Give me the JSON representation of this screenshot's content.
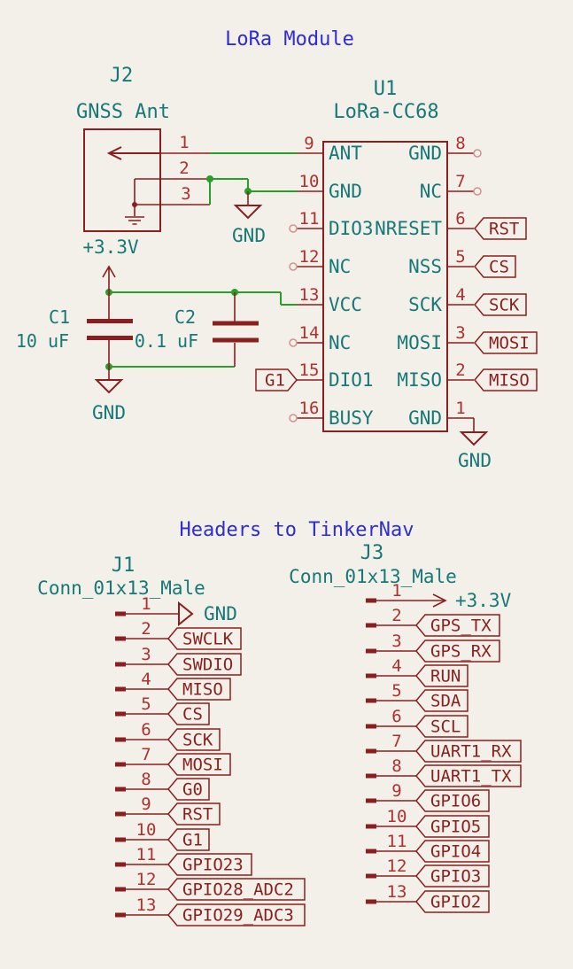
{
  "colors": {
    "background": "#F2F0E8",
    "symbol_outline": "#8A1F1F",
    "pin_number": "#B03030",
    "wire_green": "#28A028",
    "name_teal": "#177878",
    "note_blue": "#2D2DD2",
    "unconnected_pin": "#D49090"
  },
  "notes": {
    "top_title": "LoRa Module",
    "bottom_title": "Headers to TinkerNav"
  },
  "power": {
    "rail": "+3.3V",
    "rail_gnd": "GND"
  },
  "j2": {
    "reference": "J2",
    "value": "GNSS Ant",
    "pin_numbers": [
      "1",
      "2",
      "3"
    ],
    "gnd_net": "GND"
  },
  "c1": {
    "reference": "C1",
    "value": "10 uF"
  },
  "c2": {
    "reference": "C2",
    "value": "0.1 uF"
  },
  "u1": {
    "reference": "U1",
    "value": "LoRa-CC68",
    "gnd_net": "GND",
    "left_pins": [
      {
        "number": "9",
        "name": "ANT"
      },
      {
        "number": "10",
        "name": "GND"
      },
      {
        "number": "11",
        "name": "DIO3",
        "unconnected": true
      },
      {
        "number": "12",
        "name": "NC",
        "unconnected": true
      },
      {
        "number": "13",
        "name": "VCC"
      },
      {
        "number": "14",
        "name": "NC",
        "unconnected": true
      },
      {
        "number": "15",
        "name": "DIO1",
        "label": "G1"
      },
      {
        "number": "16",
        "name": "BUSY",
        "unconnected": true
      }
    ],
    "right_pins": [
      {
        "number": "8",
        "name": "GND",
        "unconnected": true
      },
      {
        "number": "7",
        "name": "NC",
        "unconnected": true
      },
      {
        "number": "6",
        "name": "NRESET",
        "label": "RST"
      },
      {
        "number": "5",
        "name": "NSS",
        "label": "CS"
      },
      {
        "number": "4",
        "name": "SCK",
        "label": "SCK"
      },
      {
        "number": "3",
        "name": "MOSI",
        "label": "MOSI"
      },
      {
        "number": "2",
        "name": "MISO",
        "label": "MISO"
      },
      {
        "number": "1",
        "name": "GND",
        "power": "GND"
      }
    ]
  },
  "j1": {
    "reference": "J1",
    "value": "Conn_01x13_Male",
    "pins": [
      {
        "number": "1",
        "power": "GND"
      },
      {
        "number": "2",
        "label": "SWCLK"
      },
      {
        "number": "3",
        "label": "SWDIO"
      },
      {
        "number": "4",
        "label": "MISO"
      },
      {
        "number": "5",
        "label": "CS"
      },
      {
        "number": "6",
        "label": "SCK"
      },
      {
        "number": "7",
        "label": "MOSI"
      },
      {
        "number": "8",
        "label": "G0"
      },
      {
        "number": "9",
        "label": "RST"
      },
      {
        "number": "10",
        "label": "G1"
      },
      {
        "number": "11",
        "label": "GPIO23"
      },
      {
        "number": "12",
        "label": "GPIO28_ADC2"
      },
      {
        "number": "13",
        "label": "GPIO29_ADC3"
      }
    ]
  },
  "j3": {
    "reference": "J3",
    "value": "Conn_01x13_Male",
    "pins": [
      {
        "number": "1",
        "power": "+3.3V"
      },
      {
        "number": "2",
        "label": "GPS_TX"
      },
      {
        "number": "3",
        "label": "GPS_RX"
      },
      {
        "number": "4",
        "label": "RUN"
      },
      {
        "number": "5",
        "label": "SDA"
      },
      {
        "number": "6",
        "label": "SCL"
      },
      {
        "number": "7",
        "label": "UART1_RX"
      },
      {
        "number": "8",
        "label": "UART1_TX"
      },
      {
        "number": "9",
        "label": "GPIO6"
      },
      {
        "number": "10",
        "label": "GPIO5"
      },
      {
        "number": "11",
        "label": "GPIO4"
      },
      {
        "number": "12",
        "label": "GPIO3"
      },
      {
        "number": "13",
        "label": "GPIO2"
      }
    ]
  }
}
